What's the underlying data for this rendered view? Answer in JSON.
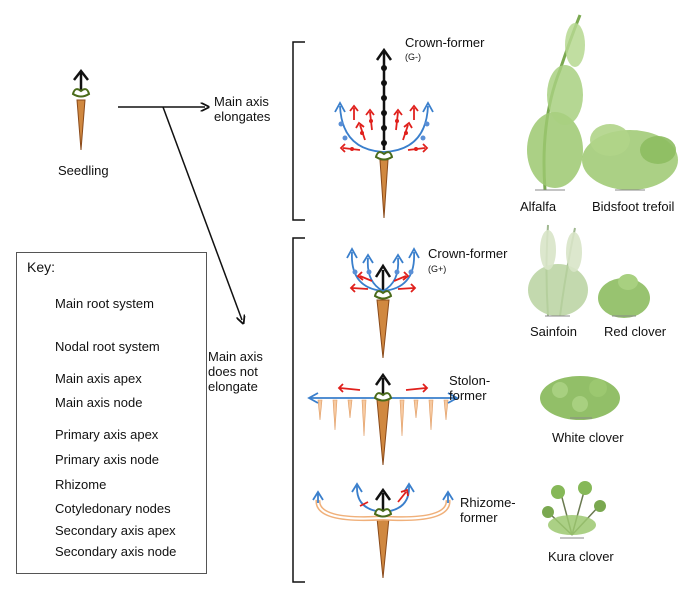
{
  "seedling_label": "Seedling",
  "branch_elongates": [
    "Main axis",
    "elongates"
  ],
  "branch_not_elongate": [
    "Main axis",
    "does not",
    "elongate"
  ],
  "crown_g_minus": {
    "name": "Crown-former",
    "tag": "(G-)"
  },
  "crown_g_plus": {
    "name": "Crown-former",
    "tag": "(G+)"
  },
  "stolon": [
    "Stolon-",
    "former"
  ],
  "rhizome": [
    "Rhizome-",
    "former"
  ],
  "species": {
    "alfalfa": "Alfalfa",
    "bidsfoot": "Bidsfoot trefoil",
    "sainfoin": "Sainfoin",
    "red_clover": "Red clover",
    "white_clover": "White clover",
    "kura_clover": "Kura clover"
  },
  "key": {
    "title": "Key:",
    "items": [
      "Main root system",
      "Nodal root system",
      "Main axis apex",
      "Main axis node",
      "Primary axis apex",
      "Primary axis node",
      "Rhizome",
      "Cotyledonary nodes",
      "Secondary axis apex",
      "Secondary axis node"
    ]
  },
  "colors": {
    "main": "#111111",
    "primary": "#3a7fcc",
    "secondary": "#e0201c",
    "root": "#b06a2a",
    "nodal_root": "#f6c9a0",
    "cotyledon": "#6b8e23",
    "plant": "#8fbf5a"
  }
}
